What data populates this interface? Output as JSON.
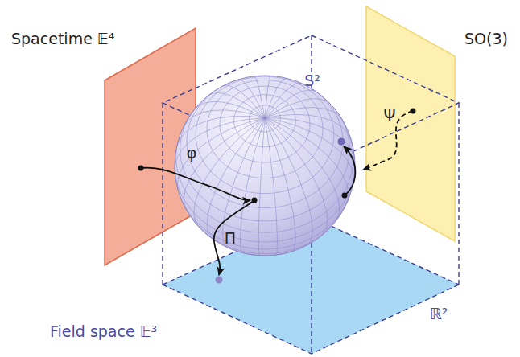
{
  "diagram": {
    "labels": [
      "Spacetime 𝔼⁴",
      "SO(3)",
      "S²",
      "Ψ",
      "φ",
      "Π",
      "ℝ²",
      "Field space 𝔼³"
    ]
  }
}
